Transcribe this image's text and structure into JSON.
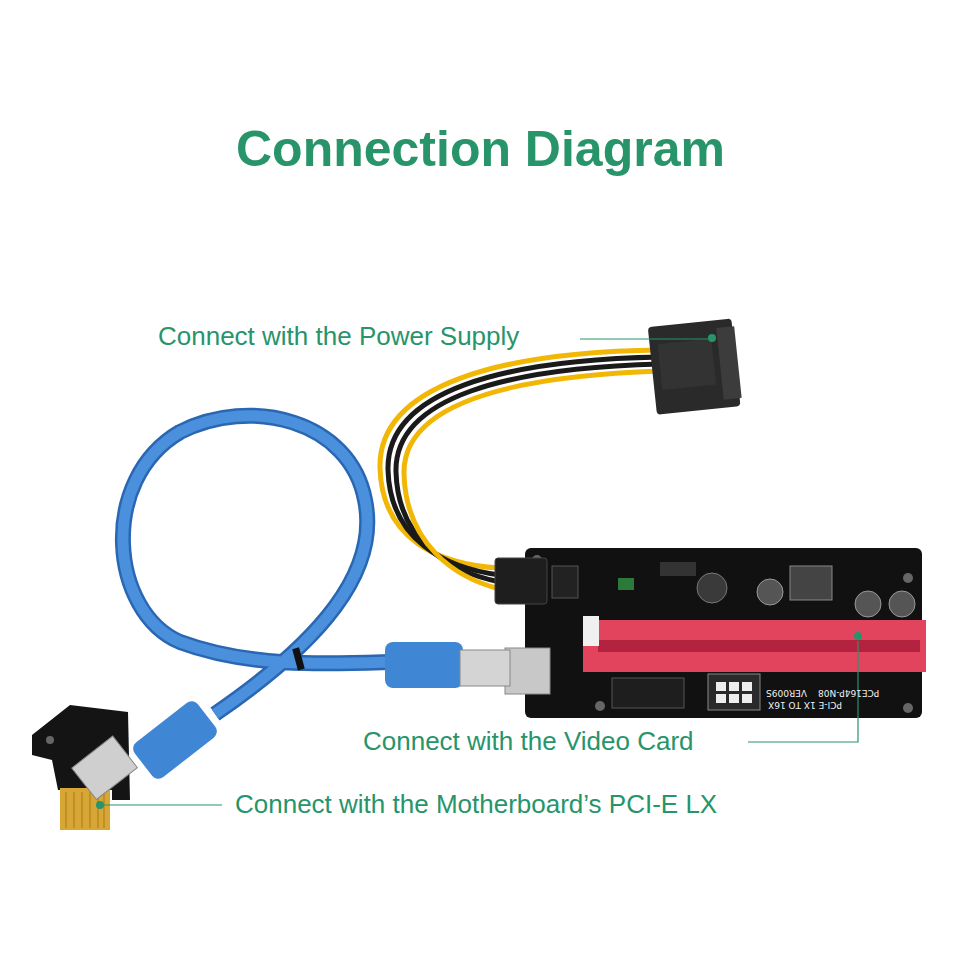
{
  "diagram": {
    "title": "Connection Diagram",
    "labels": [
      "Connect with the Power Supply",
      "Connect with the Video Card",
      "Connect with the Motherboard’s PCI-E LX",
      "PCE164P-N08",
      "VER009S",
      "PCI-E 1X TO 16X"
    ]
  }
}
